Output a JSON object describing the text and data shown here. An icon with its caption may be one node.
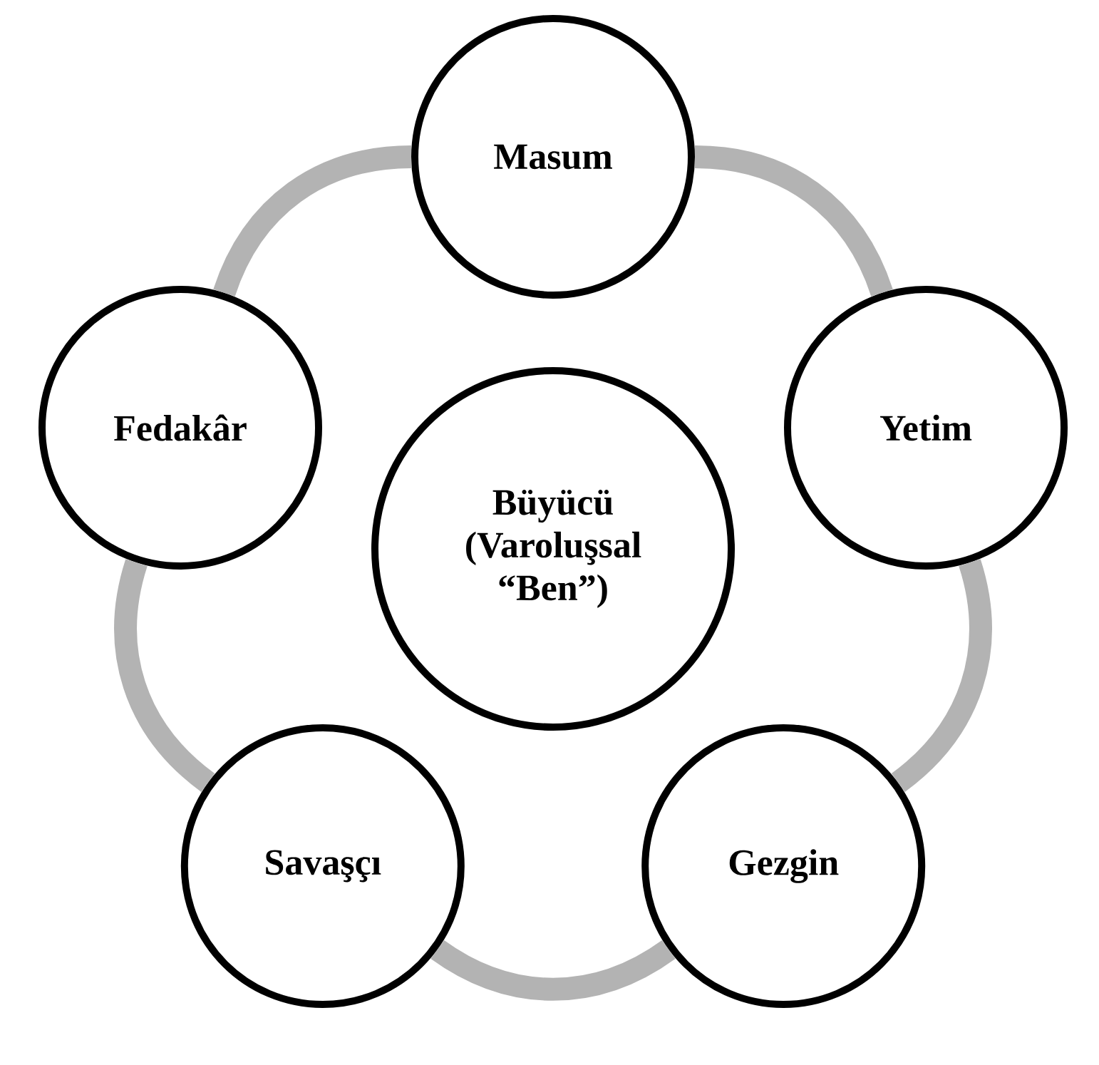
{
  "diagram": {
    "nodes": [
      {
        "text": [
          "Masum"
        ]
      },
      {
        "text": [
          "Yetim"
        ]
      },
      {
        "text": [
          "Gezgin"
        ]
      },
      {
        "text": [
          "Savaşçı"
        ]
      },
      {
        "text": [
          "Fedakâr"
        ]
      },
      {
        "text": [
          "Büyücü (Varoluşsal “Ben”)"
        ]
      }
    ],
    "edges": [
      {
        "from": 0,
        "to": 1,
        "arrow": "none"
      },
      {
        "from": 1,
        "to": 2,
        "arrow": "none"
      },
      {
        "from": 2,
        "to": 3,
        "arrow": "none"
      },
      {
        "from": 3,
        "to": 4,
        "arrow": "none"
      },
      {
        "from": 4,
        "to": 0,
        "arrow": "none"
      }
    ]
  }
}
